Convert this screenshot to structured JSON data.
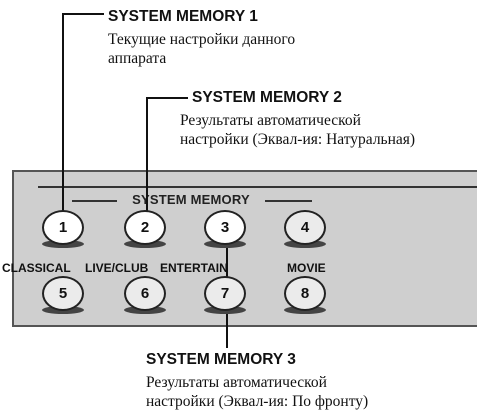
{
  "callouts": [
    {
      "title": "SYSTEM MEMORY 1",
      "desc_lines": [
        "Текущие настройки данного",
        "аппарата"
      ]
    },
    {
      "title": "SYSTEM MEMORY 2",
      "desc_lines": [
        "Результаты автоматической",
        "настройки (Эквал-ия: Натуральная)"
      ]
    },
    {
      "title": "SYSTEM MEMORY 3",
      "desc_lines": [
        "Результаты автоматической",
        "настройки (Эквал-ия: По фронту)"
      ]
    }
  ],
  "panel": {
    "group_label": "SYSTEM MEMORY",
    "buttons": [
      "1",
      "2",
      "3",
      "4",
      "5",
      "6",
      "7",
      "8"
    ],
    "mode_labels": [
      "CLASSICAL",
      "LIVE/CLUB",
      "ENTERTAIN",
      "MOVIE"
    ]
  }
}
